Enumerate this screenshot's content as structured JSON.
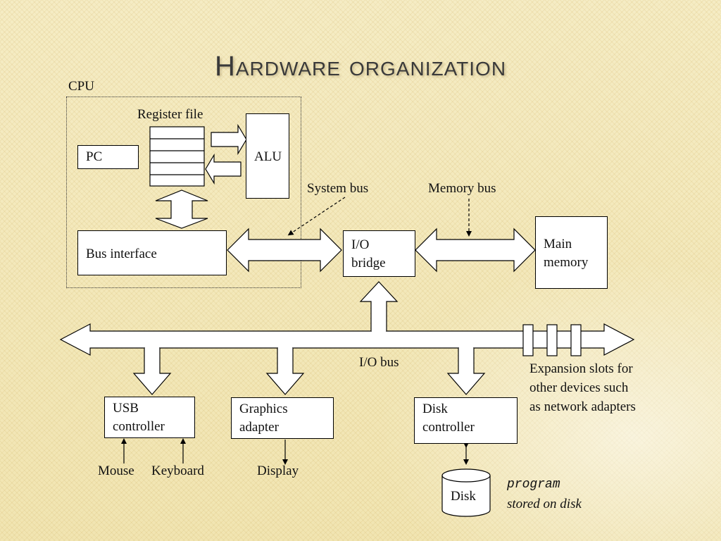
{
  "title": "Hardware organization",
  "labels": {
    "cpu": "CPU",
    "register_file": "Register file",
    "pc": "PC",
    "alu": "ALU",
    "bus_interface": "Bus interface",
    "system_bus": "System bus",
    "memory_bus": "Memory bus",
    "io_bridge_line1": "I/O",
    "io_bridge_line2": "bridge",
    "main_memory_line1": "Main",
    "main_memory_line2": "memory",
    "io_bus": "I/O bus",
    "expansion_line1": "Expansion slots for",
    "expansion_line2": "other devices such",
    "expansion_line3": "as network adapters",
    "usb_line1": "USB",
    "usb_line2": "controller",
    "graphics_line1": "Graphics",
    "graphics_line2": "adapter",
    "disk_ctrl_line1": "Disk",
    "disk_ctrl_line2": "controller",
    "mouse": "Mouse",
    "keyboard": "Keyboard",
    "display": "Display",
    "disk": "Disk",
    "program": "program",
    "stored_on_disk": "stored on disk"
  }
}
